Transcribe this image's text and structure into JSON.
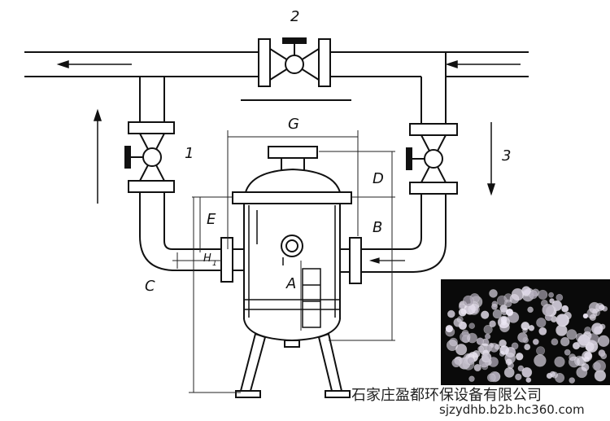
{
  "labels": {
    "num_1": "1",
    "num_2": "2",
    "num_3": "3",
    "letter_a": "A",
    "letter_b": "B",
    "letter_c": "C",
    "letter_d": "D",
    "letter_e": "E",
    "letter_g": "G",
    "letter_h": "H",
    "letter_h_sub": "1"
  },
  "watermark": {
    "company": "石家庄盈都环保设备有限公司",
    "url": "sjzydhb.b2b.hc360.com"
  },
  "photo": {
    "subject": "clear spherical crystal granules"
  },
  "colors": {
    "line": "#111111",
    "pipe_fill": "#ffffff",
    "photo_bg": "#0a0a0a",
    "granule": "#d9d6e0"
  }
}
